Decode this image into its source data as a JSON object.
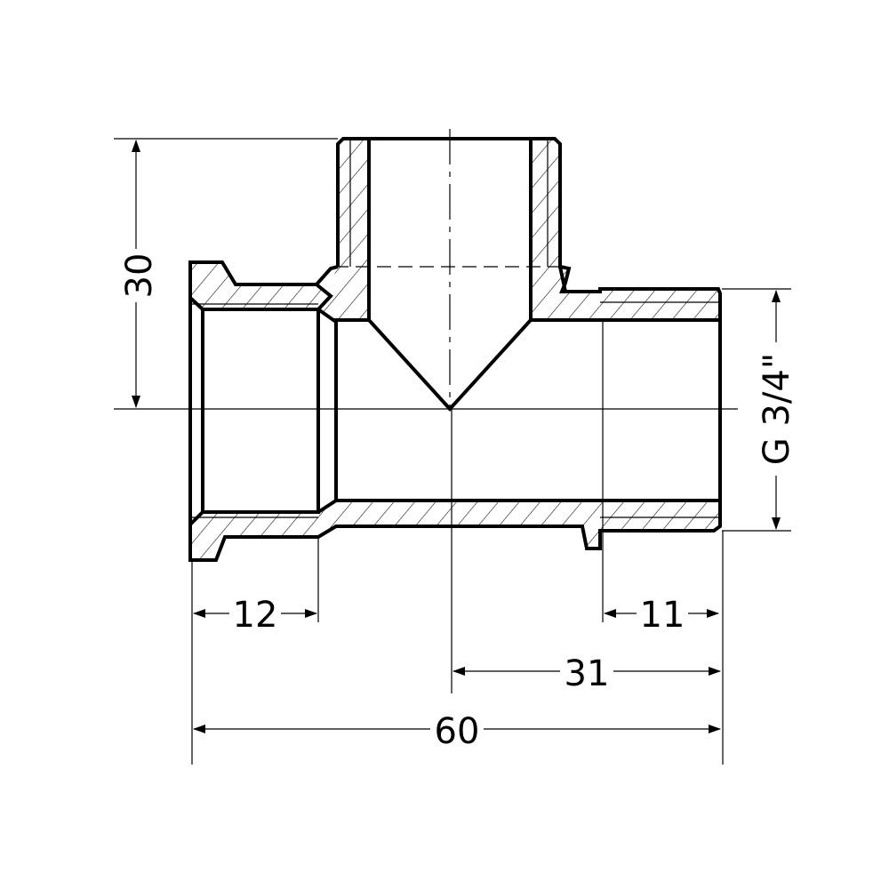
{
  "drawing": {
    "subject": "tee-fitting-section",
    "dimensions": {
      "height_branch": "30",
      "thread": "G 3/4\"",
      "left_thread_length": "12",
      "right_thread_length": "11",
      "center_to_end": "31",
      "overall_length": "60"
    }
  }
}
